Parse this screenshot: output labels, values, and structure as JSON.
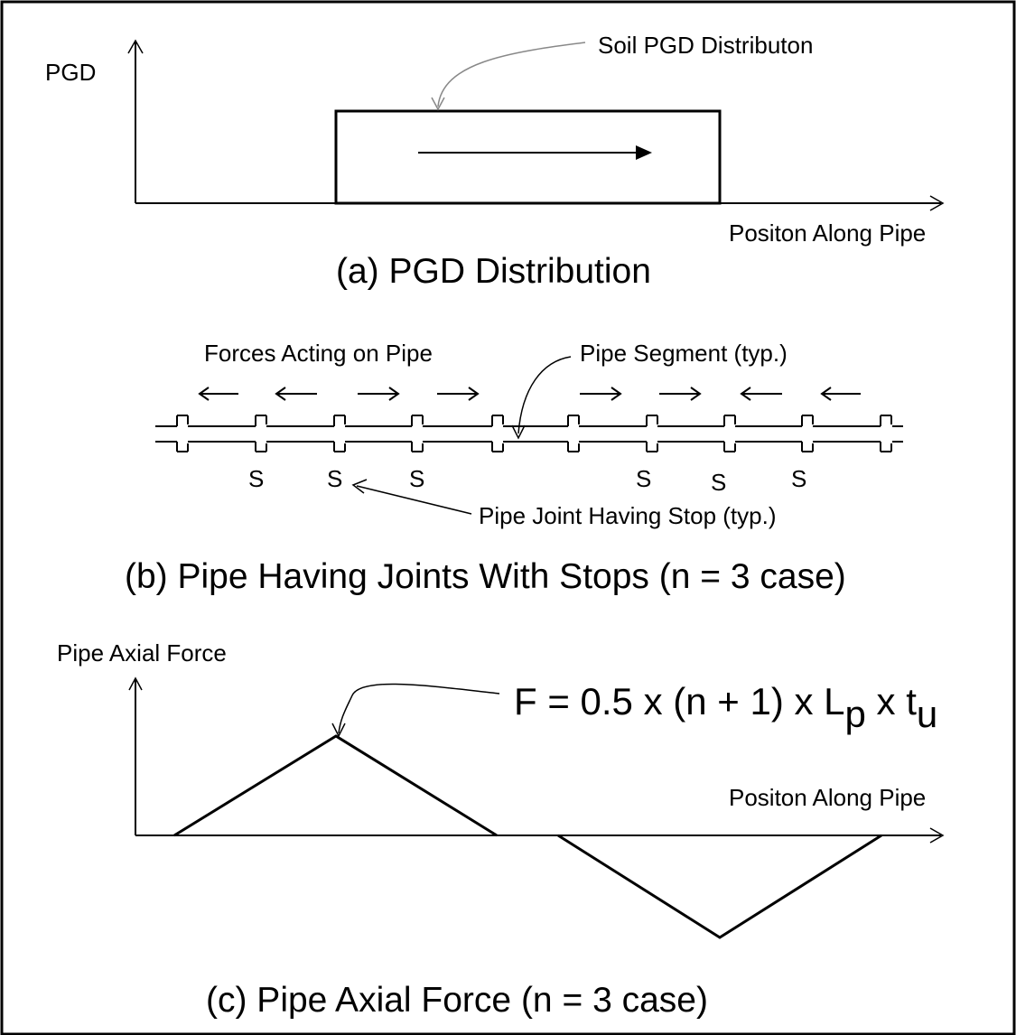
{
  "panel_a": {
    "y_axis_label": "PGD",
    "distribution_label": "Soil PGD Distributon",
    "x_axis_label": "Positon Along Pipe",
    "caption": "(a) PGD Distribution"
  },
  "panel_b": {
    "forces_label": "Forces Acting on Pipe",
    "segment_label": "Pipe Segment (typ.)",
    "joint_label": "Pipe Joint Having Stop (typ.)",
    "stop_marks": [
      "S",
      "S",
      "S",
      "S",
      "S",
      "S"
    ],
    "caption": "(b) Pipe Having Joints With Stops (n = 3 case)"
  },
  "panel_c": {
    "y_axis_label": "Pipe Axial Force",
    "x_axis_label": "Positon Along Pipe",
    "formula": {
      "main": "F = 0.5 x (n + 1) x L",
      "sub_p": "p",
      "mid": " x t",
      "sub_u": "u"
    },
    "caption": "(c) Pipe Axial Force (n = 3 case)"
  }
}
